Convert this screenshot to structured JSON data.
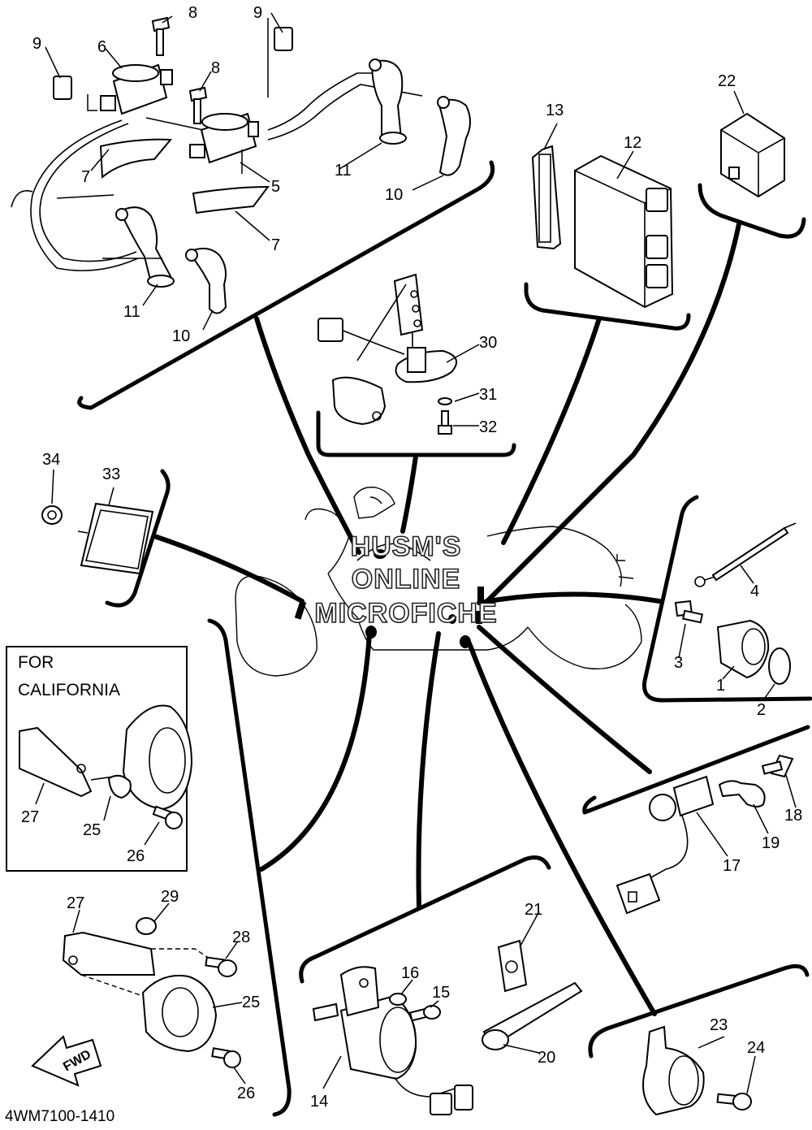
{
  "callouts": [
    {
      "id": "c1",
      "label": "1"
    },
    {
      "id": "c2",
      "label": "2"
    },
    {
      "id": "c3",
      "label": "3"
    },
    {
      "id": "c4",
      "label": "4"
    },
    {
      "id": "c5",
      "label": "5"
    },
    {
      "id": "c6",
      "label": "6"
    },
    {
      "id": "c7a",
      "label": "7"
    },
    {
      "id": "c7b",
      "label": "7"
    },
    {
      "id": "c8a",
      "label": "8"
    },
    {
      "id": "c8b",
      "label": "8"
    },
    {
      "id": "c9a",
      "label": "9"
    },
    {
      "id": "c9b",
      "label": "9"
    },
    {
      "id": "c10a",
      "label": "10"
    },
    {
      "id": "c10b",
      "label": "10"
    },
    {
      "id": "c11a",
      "label": "11"
    },
    {
      "id": "c11b",
      "label": "11"
    },
    {
      "id": "c12",
      "label": "12"
    },
    {
      "id": "c13",
      "label": "13"
    },
    {
      "id": "c14",
      "label": "14"
    },
    {
      "id": "c15",
      "label": "15"
    },
    {
      "id": "c16",
      "label": "16"
    },
    {
      "id": "c17",
      "label": "17"
    },
    {
      "id": "c18",
      "label": "18"
    },
    {
      "id": "c19",
      "label": "19"
    },
    {
      "id": "c20",
      "label": "20"
    },
    {
      "id": "c21",
      "label": "21"
    },
    {
      "id": "c22",
      "label": "22"
    },
    {
      "id": "c23",
      "label": "23"
    },
    {
      "id": "c24",
      "label": "24"
    },
    {
      "id": "c25a",
      "label": "25"
    },
    {
      "id": "c25b",
      "label": "25"
    },
    {
      "id": "c26a",
      "label": "26"
    },
    {
      "id": "c26b",
      "label": "26"
    },
    {
      "id": "c27a",
      "label": "27"
    },
    {
      "id": "c27b",
      "label": "27"
    },
    {
      "id": "c28",
      "label": "28"
    },
    {
      "id": "c29",
      "label": "29"
    },
    {
      "id": "c30",
      "label": "30"
    },
    {
      "id": "c31",
      "label": "31"
    },
    {
      "id": "c32",
      "label": "32"
    },
    {
      "id": "c33",
      "label": "33"
    },
    {
      "id": "c34",
      "label": "34"
    }
  ],
  "california_box": {
    "line1": "FOR",
    "line2": "CALIFORNIA"
  },
  "watermark": {
    "line1": "HUSM'S",
    "line2": "ONLINE",
    "line3": "MICROFICHE"
  },
  "fwd_label": "FWD",
  "diagram_code": "4WM7100-1410"
}
